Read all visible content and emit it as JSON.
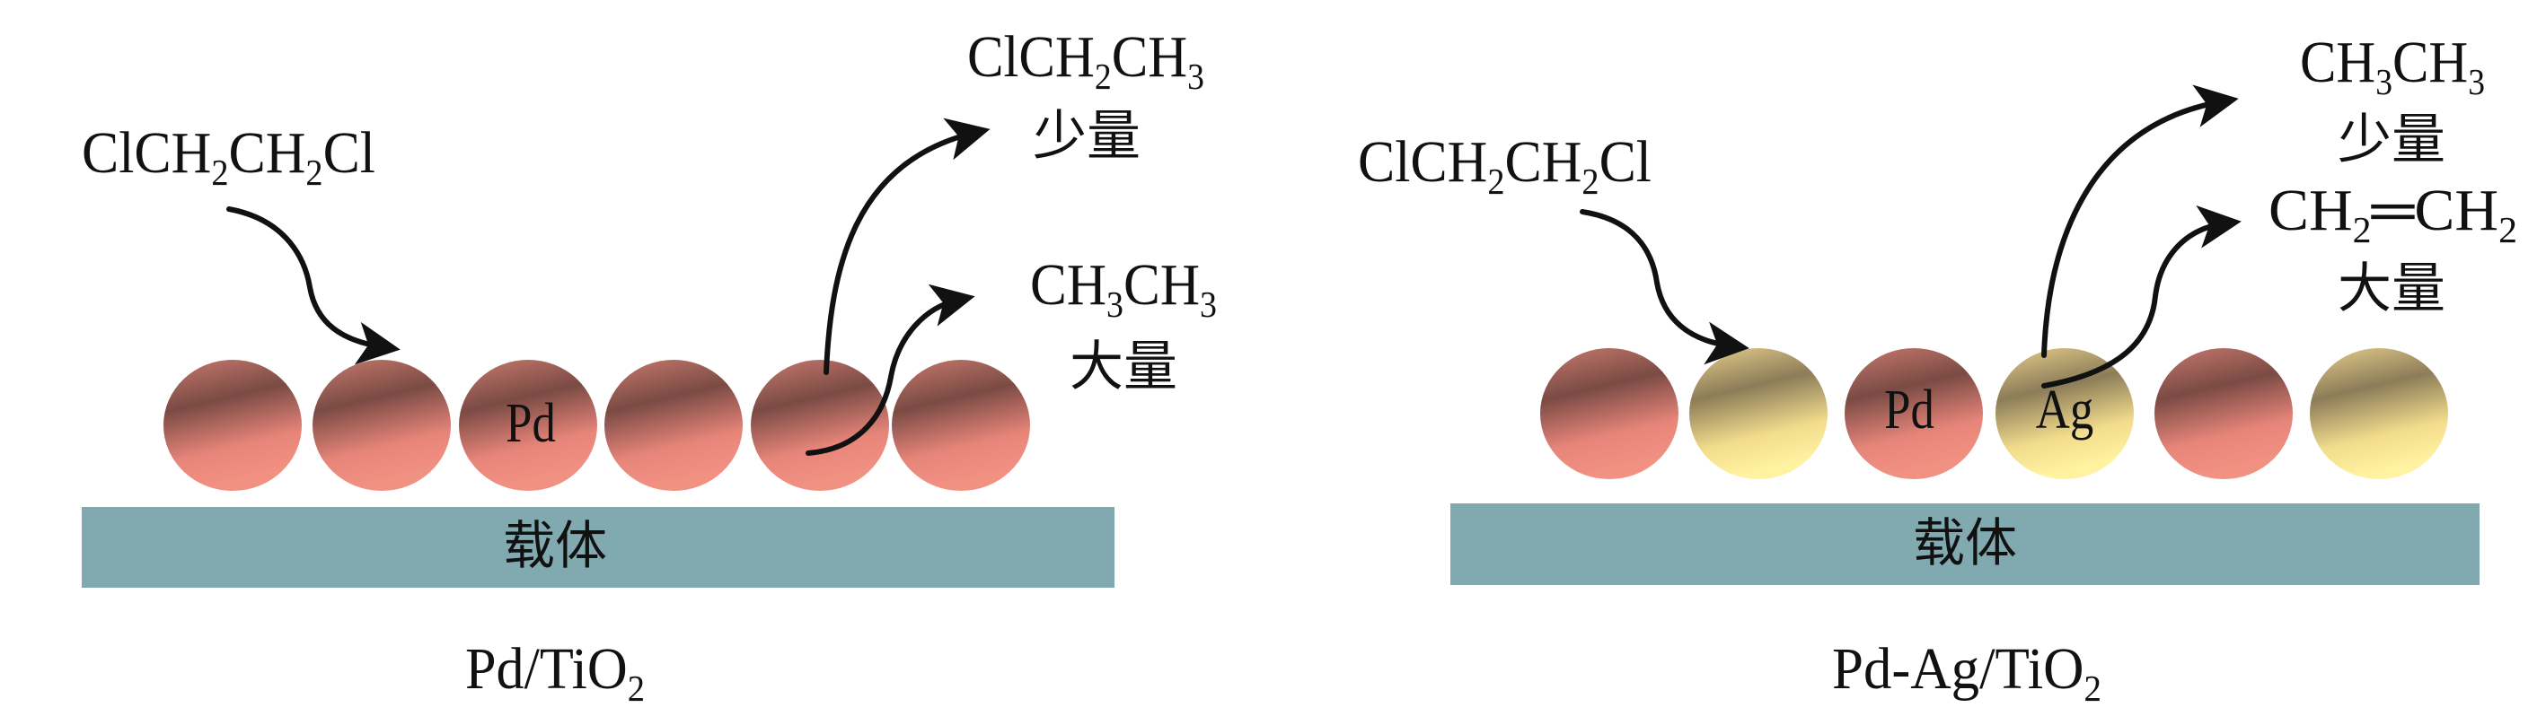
{
  "colors": {
    "substrate": "#80a9b0",
    "pd": "#e8867a",
    "ag": "#efd690",
    "arrow": "#111111"
  },
  "left": {
    "reactant": [
      {
        "t": "ClCH"
      },
      {
        "sub": "2"
      },
      {
        "t": "CH"
      },
      {
        "sub": "2"
      },
      {
        "t": "Cl"
      }
    ],
    "product_minor": [
      {
        "t": "ClCH"
      },
      {
        "sub": "2"
      },
      {
        "t": "CH"
      },
      {
        "sub": "3"
      }
    ],
    "minor_label": "少量",
    "product_major": [
      {
        "t": "CH"
      },
      {
        "sub": "3"
      },
      {
        "t": "CH"
      },
      {
        "sub": "3"
      }
    ],
    "major_label": "大量",
    "atom_label": "Pd",
    "support_label": "载体",
    "caption": [
      {
        "t": "Pd/TiO"
      },
      {
        "sub": "2"
      }
    ],
    "atoms": [
      "pd",
      "pd",
      "pd",
      "pd",
      "pd",
      "pd"
    ]
  },
  "right": {
    "reactant": [
      {
        "t": "ClCH"
      },
      {
        "sub": "2"
      },
      {
        "t": "CH"
      },
      {
        "sub": "2"
      },
      {
        "t": "Cl"
      }
    ],
    "product_minor": [
      {
        "t": "CH"
      },
      {
        "sub": "3"
      },
      {
        "t": "CH"
      },
      {
        "sub": "3"
      }
    ],
    "minor_label": "少量",
    "product_major": [
      {
        "t": "CH"
      },
      {
        "sub": "2"
      },
      {
        "t": "═CH"
      },
      {
        "sub": "2"
      }
    ],
    "major_label": "大量",
    "atom_label_pd": "Pd",
    "atom_label_ag": "Ag",
    "support_label": "载体",
    "caption": [
      {
        "t": "Pd-Ag/TiO"
      },
      {
        "sub": "2"
      }
    ],
    "atoms": [
      "pd",
      "ag",
      "pd",
      "ag",
      "pd",
      "ag"
    ]
  }
}
